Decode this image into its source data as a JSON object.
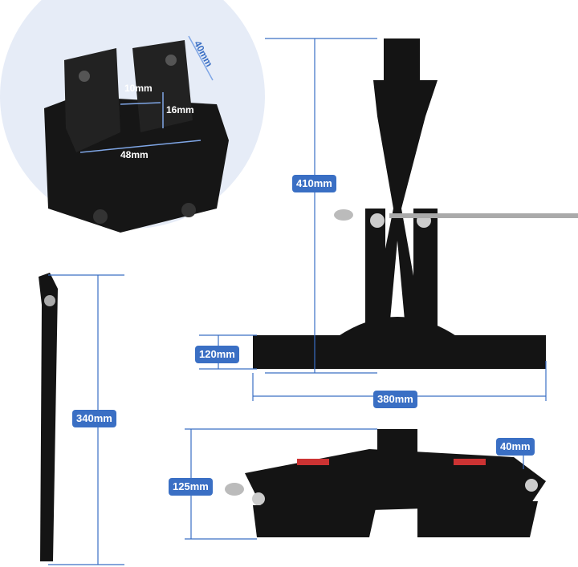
{
  "colors": {
    "label_bg": "#3a6fc4",
    "line": "#3a6fc4",
    "product": "#1a1a1a",
    "inset_bg": "#e6ecf7"
  },
  "inset": {
    "depth": "40mm",
    "slot_width": "10mm",
    "slot_depth": "16mm",
    "head_width": "48mm"
  },
  "jack_standing": {
    "height": "410mm",
    "base_height": "120mm",
    "base_length": "380mm"
  },
  "handle": {
    "length": "340mm"
  },
  "jack_folded": {
    "height": "125mm",
    "head_height": "40mm"
  }
}
